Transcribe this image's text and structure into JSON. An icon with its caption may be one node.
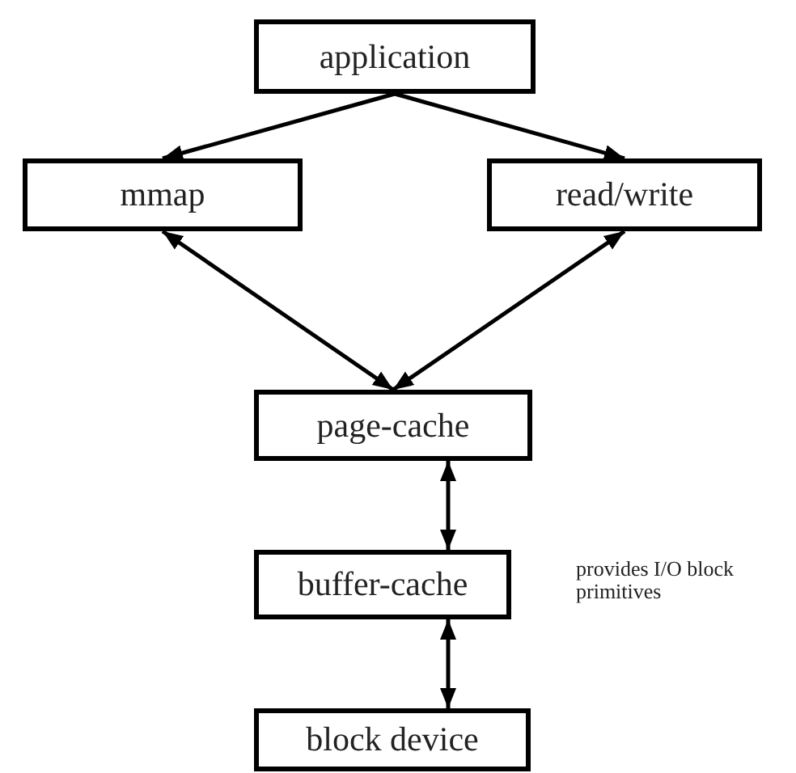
{
  "diagram": {
    "nodes": [
      {
        "text": [
          "application"
        ]
      },
      {
        "text": [
          "mmap"
        ]
      },
      {
        "text": [
          "read/write"
        ]
      },
      {
        "text": [
          "page-cache"
        ]
      },
      {
        "text": [
          "buffer-cache"
        ],
        "beside": [
          "provides I/O block primitives"
        ]
      },
      {
        "text": [
          "block device"
        ]
      }
    ],
    "edges": [
      {
        "from": 0,
        "to": 1,
        "arrow": "to"
      },
      {
        "from": 0,
        "to": 2,
        "arrow": "to"
      },
      {
        "from": 1,
        "to": 3,
        "arrow": "both"
      },
      {
        "from": 2,
        "to": 3,
        "arrow": "both"
      },
      {
        "from": 3,
        "to": 4,
        "arrow": "both"
      },
      {
        "from": 4,
        "to": 5,
        "arrow": "both"
      }
    ]
  }
}
